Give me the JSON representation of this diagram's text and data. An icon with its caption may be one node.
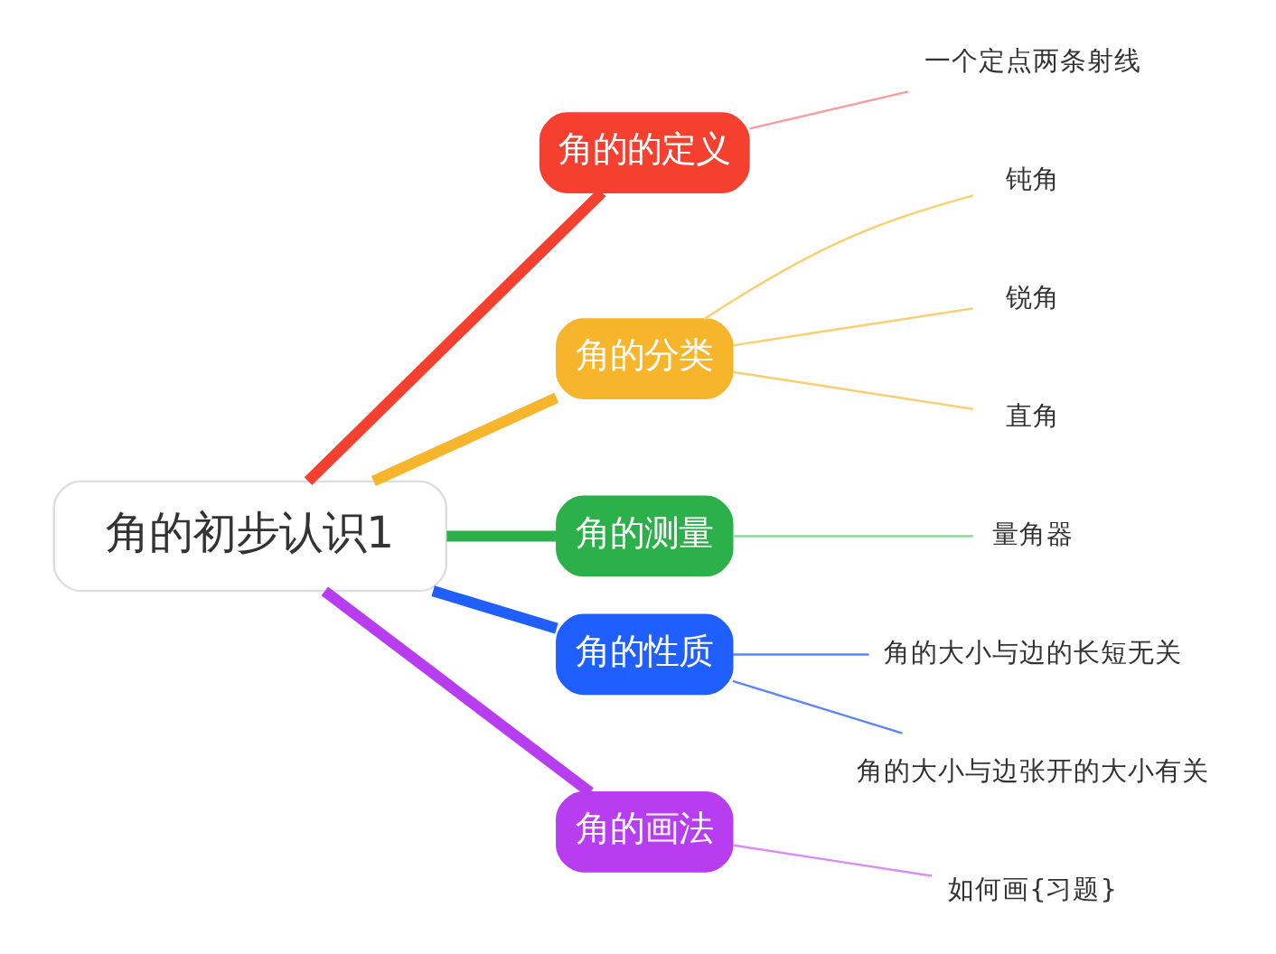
{
  "diagram": {
    "nodes": [
      {
        "text": [
          "角的初步认识1"
        ]
      },
      {
        "text": [
          "角的的定义"
        ]
      },
      {
        "text": [
          "角的分类"
        ]
      },
      {
        "text": [
          "角的测量"
        ]
      },
      {
        "text": [
          "角的性质"
        ]
      },
      {
        "text": [
          "角的画法"
        ]
      },
      {
        "text": [
          "一个定点两条射线"
        ]
      },
      {
        "text": [
          "钝角"
        ]
      },
      {
        "text": [
          "锐角"
        ]
      },
      {
        "text": [
          "直角"
        ]
      },
      {
        "text": [
          "量角器"
        ]
      },
      {
        "text": [
          "角的大小与边的长短无关"
        ]
      },
      {
        "text": [
          "角的大小与边张开的大小有关"
        ]
      },
      {
        "text": [
          "如何画{习题}"
        ]
      }
    ],
    "edges": [
      {
        "from": 0,
        "to": 1,
        "arrow": "none",
        "style": "thick",
        "color": "#f5402f"
      },
      {
        "from": 0,
        "to": 2,
        "arrow": "none",
        "style": "thick",
        "color": "#f7b52b"
      },
      {
        "from": 0,
        "to": 3,
        "arrow": "none",
        "style": "thick",
        "color": "#2bb04a"
      },
      {
        "from": 0,
        "to": 4,
        "arrow": "none",
        "style": "thick",
        "color": "#1f5eff"
      },
      {
        "from": 0,
        "to": 5,
        "arrow": "none",
        "style": "thick",
        "color": "#b83cf0"
      },
      {
        "from": 1,
        "to": 6,
        "arrow": "none",
        "color": "#ff9a9a"
      },
      {
        "from": 2,
        "to": 7,
        "arrow": "none",
        "color": "#fbcf6e"
      },
      {
        "from": 2,
        "to": 8,
        "arrow": "none",
        "color": "#fbcf6e"
      },
      {
        "from": 2,
        "to": 9,
        "arrow": "none",
        "color": "#fbcf6e"
      },
      {
        "from": 3,
        "to": 10,
        "arrow": "none",
        "color": "#8ed69e"
      },
      {
        "from": 4,
        "to": 11,
        "arrow": "none",
        "color": "#5b86ff"
      },
      {
        "from": 4,
        "to": 12,
        "arrow": "none",
        "color": "#5b86ff"
      },
      {
        "from": 5,
        "to": 13,
        "arrow": "none",
        "color": "#d98cf7"
      }
    ]
  }
}
